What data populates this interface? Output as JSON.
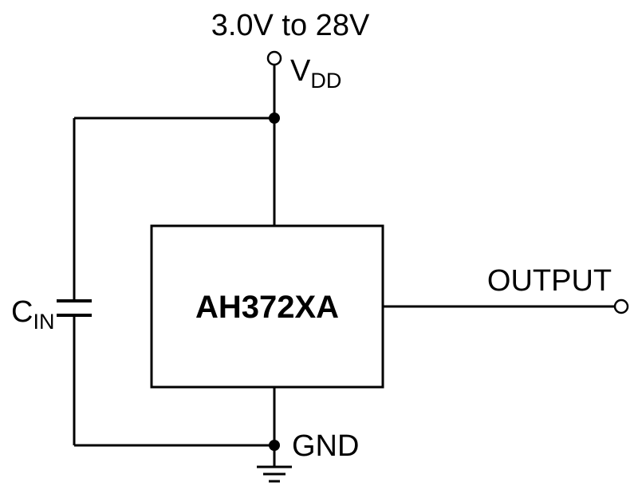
{
  "labels": {
    "supply_range": "3.0V to 28V",
    "vdd_main": "V",
    "vdd_sub": "DD",
    "cin_main": "C",
    "cin_sub": "IN",
    "chip": "AH372XA",
    "output": "OUTPUT",
    "gnd": "GND"
  },
  "colors": {
    "line": "#000000",
    "background": "#ffffff",
    "chip_fill": "#ffffff"
  }
}
